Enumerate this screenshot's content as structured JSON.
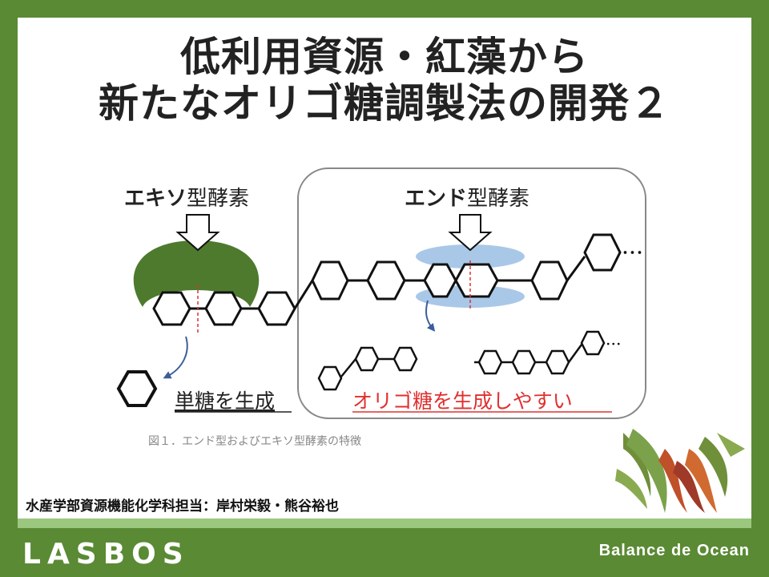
{
  "title": {
    "line1": "低利用資源・紅藻から",
    "line2": "新たなオリゴ糖調製法の開発２"
  },
  "diagram": {
    "exo_label_bold": "エキソ",
    "exo_label_rest": "型酵素",
    "endo_label_bold": "エンド",
    "endo_label_rest": "型酵素",
    "mono_label": "単糖を生成",
    "oligo_label": "オリゴ糖を生成しやすい",
    "ellipsis": "･･･",
    "colors": {
      "exo_enzyme": "#4e7a2e",
      "endo_enzyme": "#a9c8e8",
      "oligo_text": "#e03030",
      "arrow": "#3b5e9a",
      "cut_line": "#e03030"
    }
  },
  "caption": "図１．エンド型およびエキソ型酵素の特徴",
  "author": "水産学部資源機能化学科担当：岸村栄毅・熊谷裕也",
  "footer": {
    "brand": "LASBOS",
    "tagline": "Balance de Ocean"
  }
}
